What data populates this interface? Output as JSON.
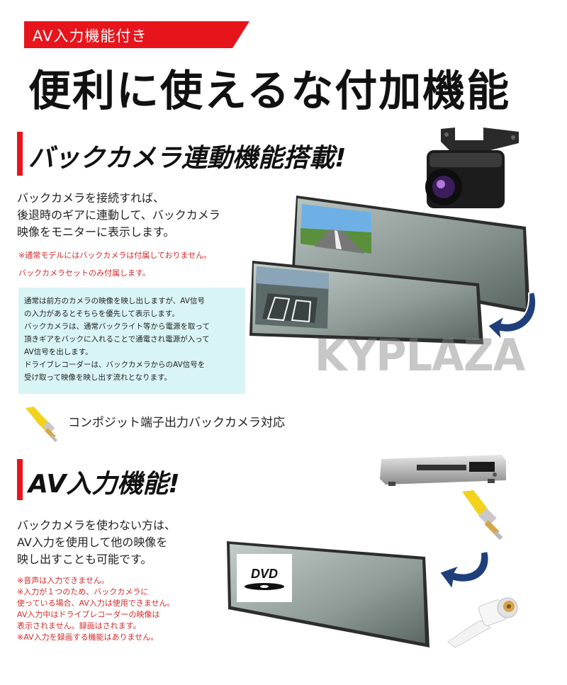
{
  "tag_label": "AV入力機能付き",
  "headline": "便利に使えるな付加機能",
  "watermark": "KYPLAZA",
  "backcamera": {
    "title": "バックカメラ連動機能搭載!",
    "body": "バックカメラを接続すれば、\n後退時のギアに連動して、バックカメラ\n映像をモニターに表示します。",
    "note1": "※通常モデルにはバックカメラは付属しておりません。",
    "note2": "バックカメラセットのみ付属します。",
    "info": "通常は前方のカメラの映像を映し出しますが、AV信号\nの入力があるとそちらを優先して表示します。\nバックカメラは、通常バックライト等から電源を取って\n頂きギアをバックに入れることで通電され電源が入って\nAV信号を出します。\nドライブレコーダーは、バックカメラからのAV信号を\n受け取って映像を映し出す流れとなります。",
    "composite": "コンポジット端子出力バックカメラ対応"
  },
  "av_input": {
    "title": "AV入力機能!",
    "body": "バックカメラを使わない方は、\nAV入力を使用して他の映像を\n映し出すことも可能です。",
    "notes": "※音声は入力できません。\n※入力が１つのため、バックカメラに\n使っている場合、AV入力は使用できません。\nAV入力中はドライブレコーダーの映像は\n表示されません。録画はされます。\n※AV入力を録画する機能はありません。",
    "dvd_label": "DVD"
  },
  "colors": {
    "accent_red": "#e8141c",
    "note_red": "#d42a2a",
    "info_bg": "#d9f4f4",
    "arrow_blue": "#1f3f7a"
  }
}
